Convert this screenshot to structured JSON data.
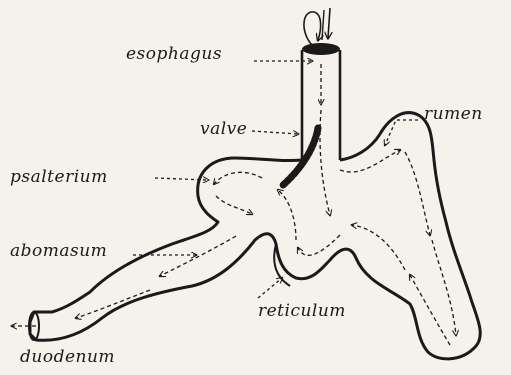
{
  "diagram": {
    "labels": {
      "esophagus": "esophagus",
      "valve": "valve",
      "rumen": "rumen",
      "psalterium": "psalterium",
      "abomasum": "abomasum",
      "reticulum": "reticulum",
      "duodenum": "duodenum"
    },
    "colors": {
      "ink": "#1a1a1a",
      "background": "#f4f2ea"
    }
  }
}
